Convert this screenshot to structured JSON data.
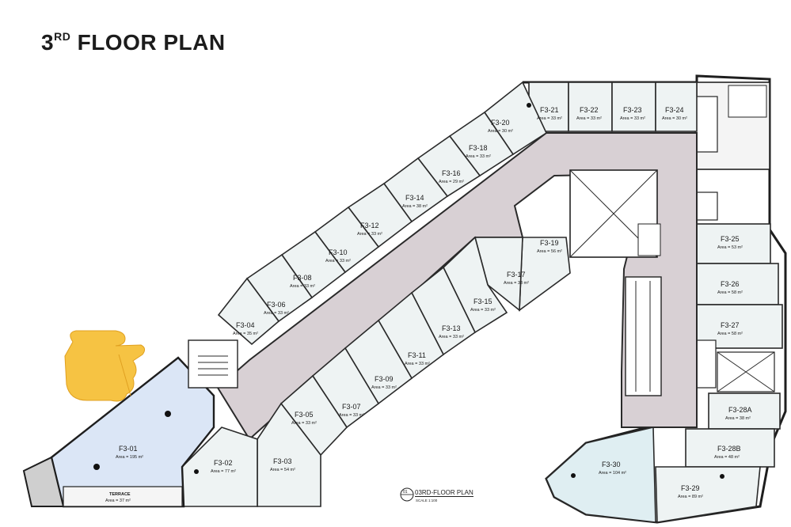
{
  "title": {
    "main": "3",
    "sup": "RD",
    "rest": " FLOOR PLAN"
  },
  "caption": {
    "badge": "01",
    "label": "03RD-FLOOR PLAN",
    "scale": "SCALE 1:100"
  },
  "terrace": {
    "name": "TERRACE",
    "area": "Area = 37 m²"
  },
  "units": [
    {
      "name": "F3-01",
      "area": "Area = 195 m²"
    },
    {
      "name": "F3-02",
      "area": "Area = 77 m²"
    },
    {
      "name": "F3-03",
      "area": "Area = 54 m²"
    },
    {
      "name": "F3-04",
      "area": "Area = 35 m²"
    },
    {
      "name": "F3-05",
      "area": "Area = 33 m²"
    },
    {
      "name": "F3-06",
      "area": "Area = 33 m²"
    },
    {
      "name": "F3-07",
      "area": "Area = 33 m²"
    },
    {
      "name": "F3-08",
      "area": "Area = 33 m²"
    },
    {
      "name": "F3-09",
      "area": "Area = 33 m²"
    },
    {
      "name": "F3-10",
      "area": "Area = 33 m²"
    },
    {
      "name": "F3-11",
      "area": "Area = 33 m²"
    },
    {
      "name": "F3-12",
      "area": "Area = 33 m²"
    },
    {
      "name": "F3-13",
      "area": "Area = 33 m²"
    },
    {
      "name": "F3-14",
      "area": "Area = 38 m²"
    },
    {
      "name": "F3-15",
      "area": "Area = 33 m²"
    },
    {
      "name": "F3-16",
      "area": "Area = 29 m²"
    },
    {
      "name": "F3-17",
      "area": "Area = 33 m²"
    },
    {
      "name": "F3-18",
      "area": "Area = 33 m²"
    },
    {
      "name": "F3-19",
      "area": "Area = 56 m²"
    },
    {
      "name": "F3-20",
      "area": "Area = 30 m²"
    },
    {
      "name": "F3-21",
      "area": "Area = 33 m²"
    },
    {
      "name": "F3-22",
      "area": "Area = 33 m²"
    },
    {
      "name": "F3-23",
      "area": "Area = 33 m²"
    },
    {
      "name": "F3-24",
      "area": "Area = 30 m²"
    },
    {
      "name": "F3-25",
      "area": "Area = 53 m²"
    },
    {
      "name": "F3-26",
      "area": "Area = 58 m²"
    },
    {
      "name": "F3-27",
      "area": "Area = 58 m²"
    },
    {
      "name": "F3-28A",
      "area": "Area = 38 m²"
    },
    {
      "name": "F3-28B",
      "area": "Area = 48 m²"
    },
    {
      "name": "F3-29",
      "area": "Area = 89 m²"
    },
    {
      "name": "F3-30",
      "area": "Area = 104 m²"
    }
  ],
  "colors": {
    "corridor": "#d8d0d4",
    "unit": "#eef3f3",
    "highlight_unit": "#dbe6f6",
    "pointer": "#f6c343"
  },
  "pointer_icon": "pointing-hand-icon"
}
